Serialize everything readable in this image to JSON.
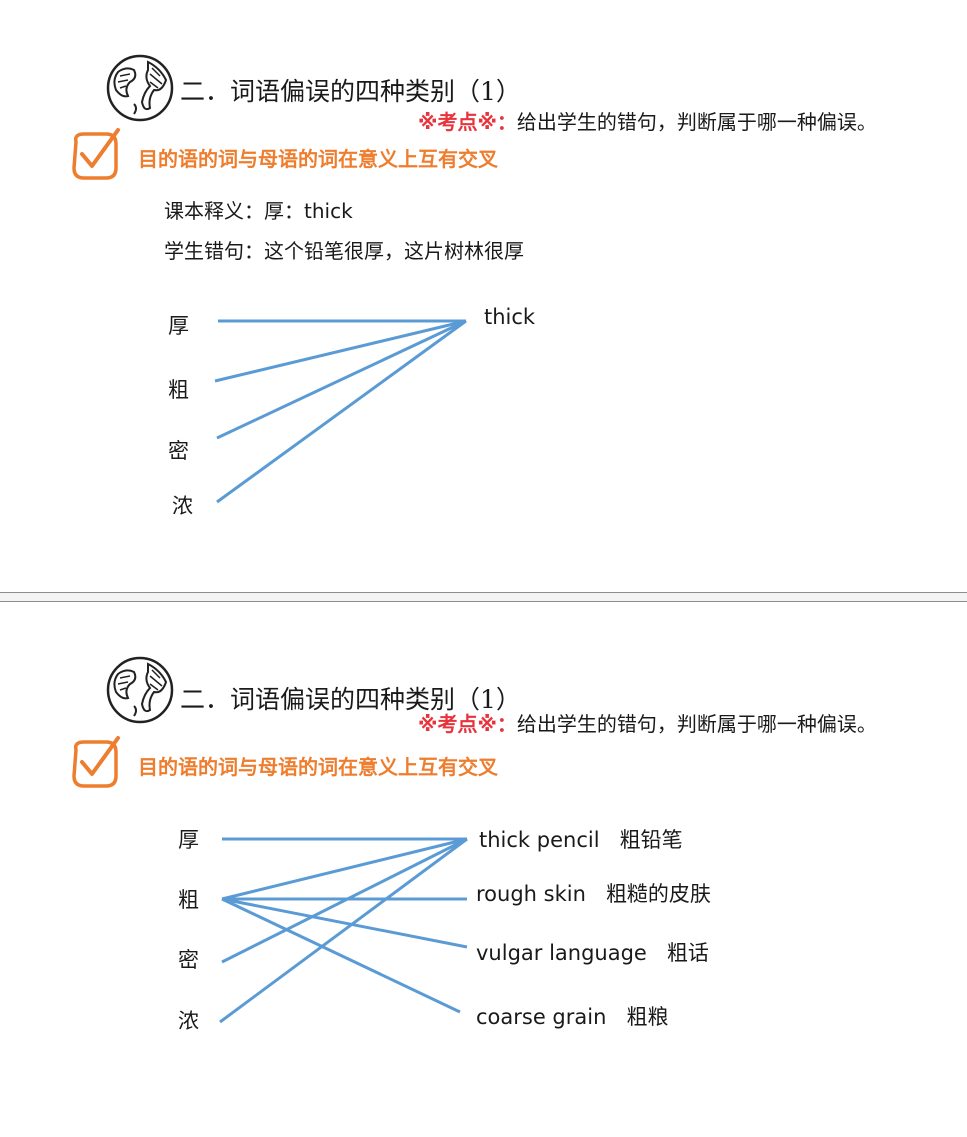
{
  "colors": {
    "accent_orange": "#ee7d2e",
    "accent_red": "#e8323c",
    "line_blue": "#5b9bd5"
  },
  "icons": {
    "globe": "globe-icon",
    "check": "checkbox-check-icon"
  },
  "slide1": {
    "title": "二．词语偏误的四种类别（1）",
    "kaodian_label": "※考点※：",
    "kaodian_text": "给出学生的错句，判断属于哪一种偏误。",
    "subtitle": "目的语的词与母语的词在意义上互有交叉",
    "definition": "课本释义：厚：thick",
    "example": "学生错句：这个铅笔很厚，这片树林很厚",
    "left_words": [
      "厚",
      "粗",
      "密",
      "浓"
    ],
    "right_word": "thick"
  },
  "slide2": {
    "title": "二．词语偏误的四种类别（1）",
    "kaodian_label": "※考点※：",
    "kaodian_text": "给出学生的错句，判断属于哪一种偏误。",
    "subtitle": "目的语的词与母语的词在意义上互有交叉",
    "left_words": [
      "厚",
      "粗",
      "密",
      "浓"
    ],
    "right_items": [
      {
        "en": "thick pencil",
        "zh": "粗铅笔"
      },
      {
        "en": "rough skin",
        "zh": "粗糙的皮肤"
      },
      {
        "en": "vulgar language",
        "zh": "粗话"
      },
      {
        "en": "coarse grain",
        "zh": "粗粮"
      }
    ]
  }
}
